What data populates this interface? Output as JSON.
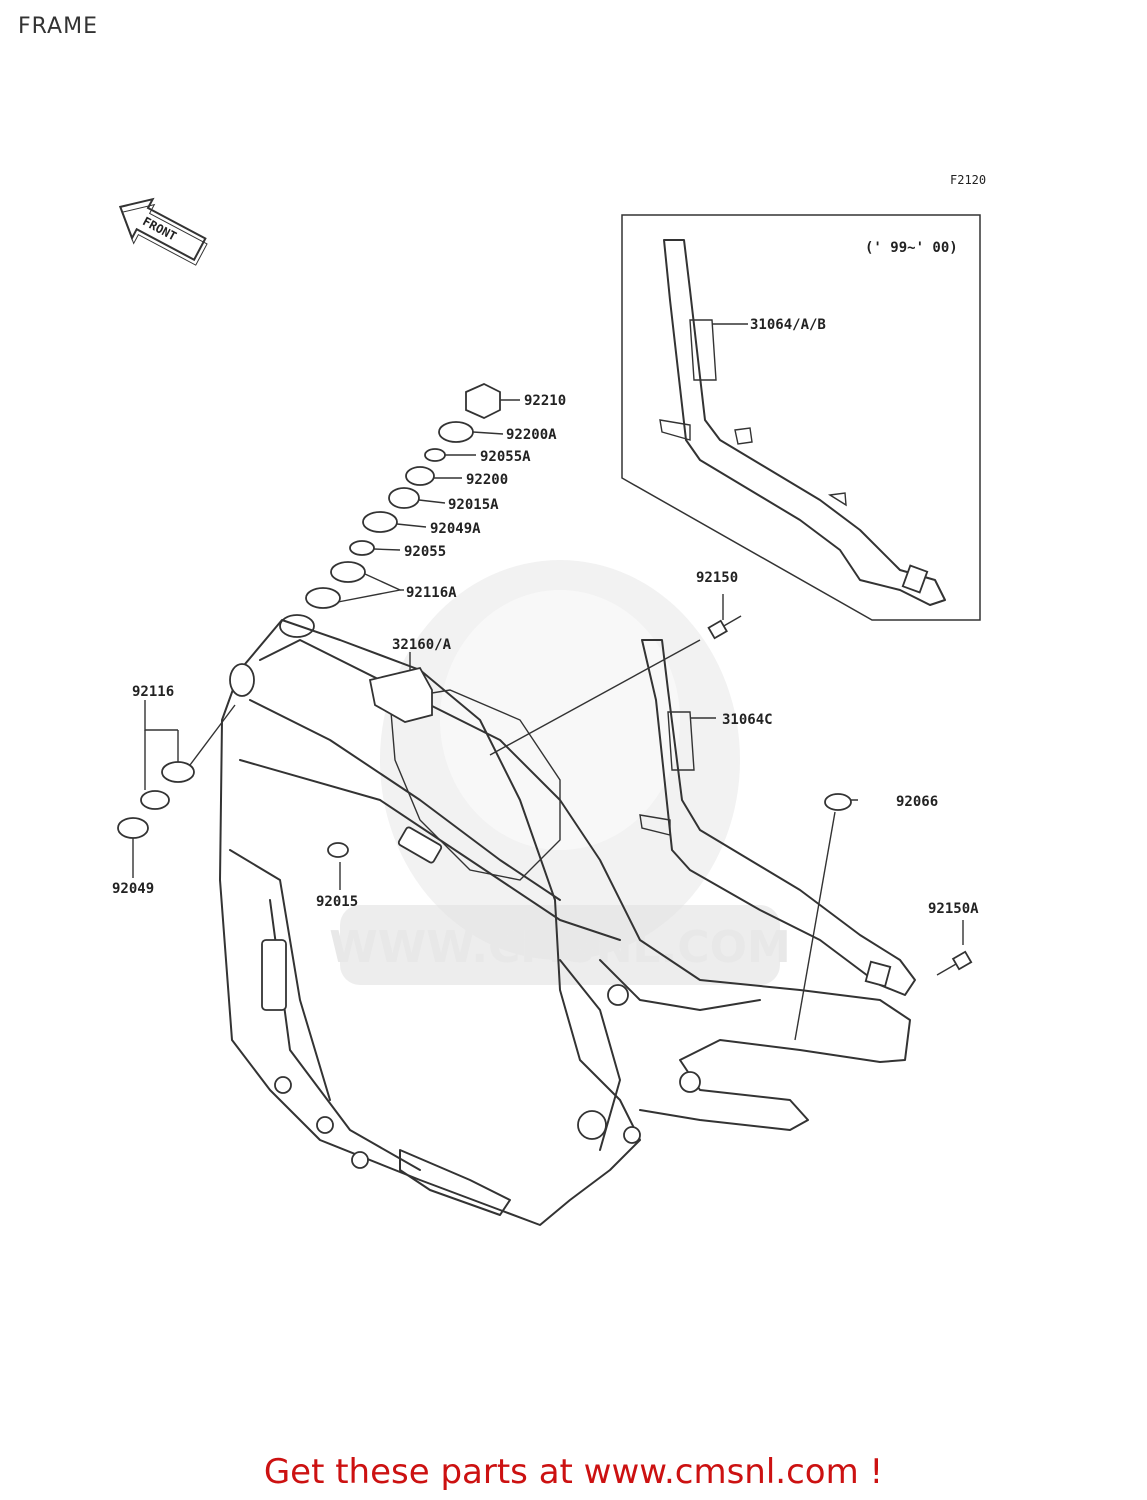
{
  "page": {
    "title": "FRAME"
  },
  "diagram": {
    "figure_code": "F2120",
    "front_label": "FRONT",
    "inset_note": "(' 99~' 00)",
    "watermark": "WWW.CMSNL.COM",
    "parts": {
      "p92210": "92210",
      "p92200A": "92200A",
      "p92055A": "92055A",
      "p92200": "92200",
      "p92015A": "92015A",
      "p92049A": "92049A",
      "p92055": "92055",
      "p92116A": "92116A",
      "p32160A": "32160/A",
      "p92150": "92150",
      "p31064AB": "31064/A/B",
      "p31064C": "31064C",
      "p92066": "92066",
      "p92150A": "92150A",
      "p92116": "92116",
      "p92049": "92049",
      "p92015": "92015"
    }
  },
  "footer": {
    "text": "Get these parts at www.cmsnl.com !"
  },
  "colors": {
    "footer": "#cc1111",
    "watermark": "#e3e3e3"
  }
}
